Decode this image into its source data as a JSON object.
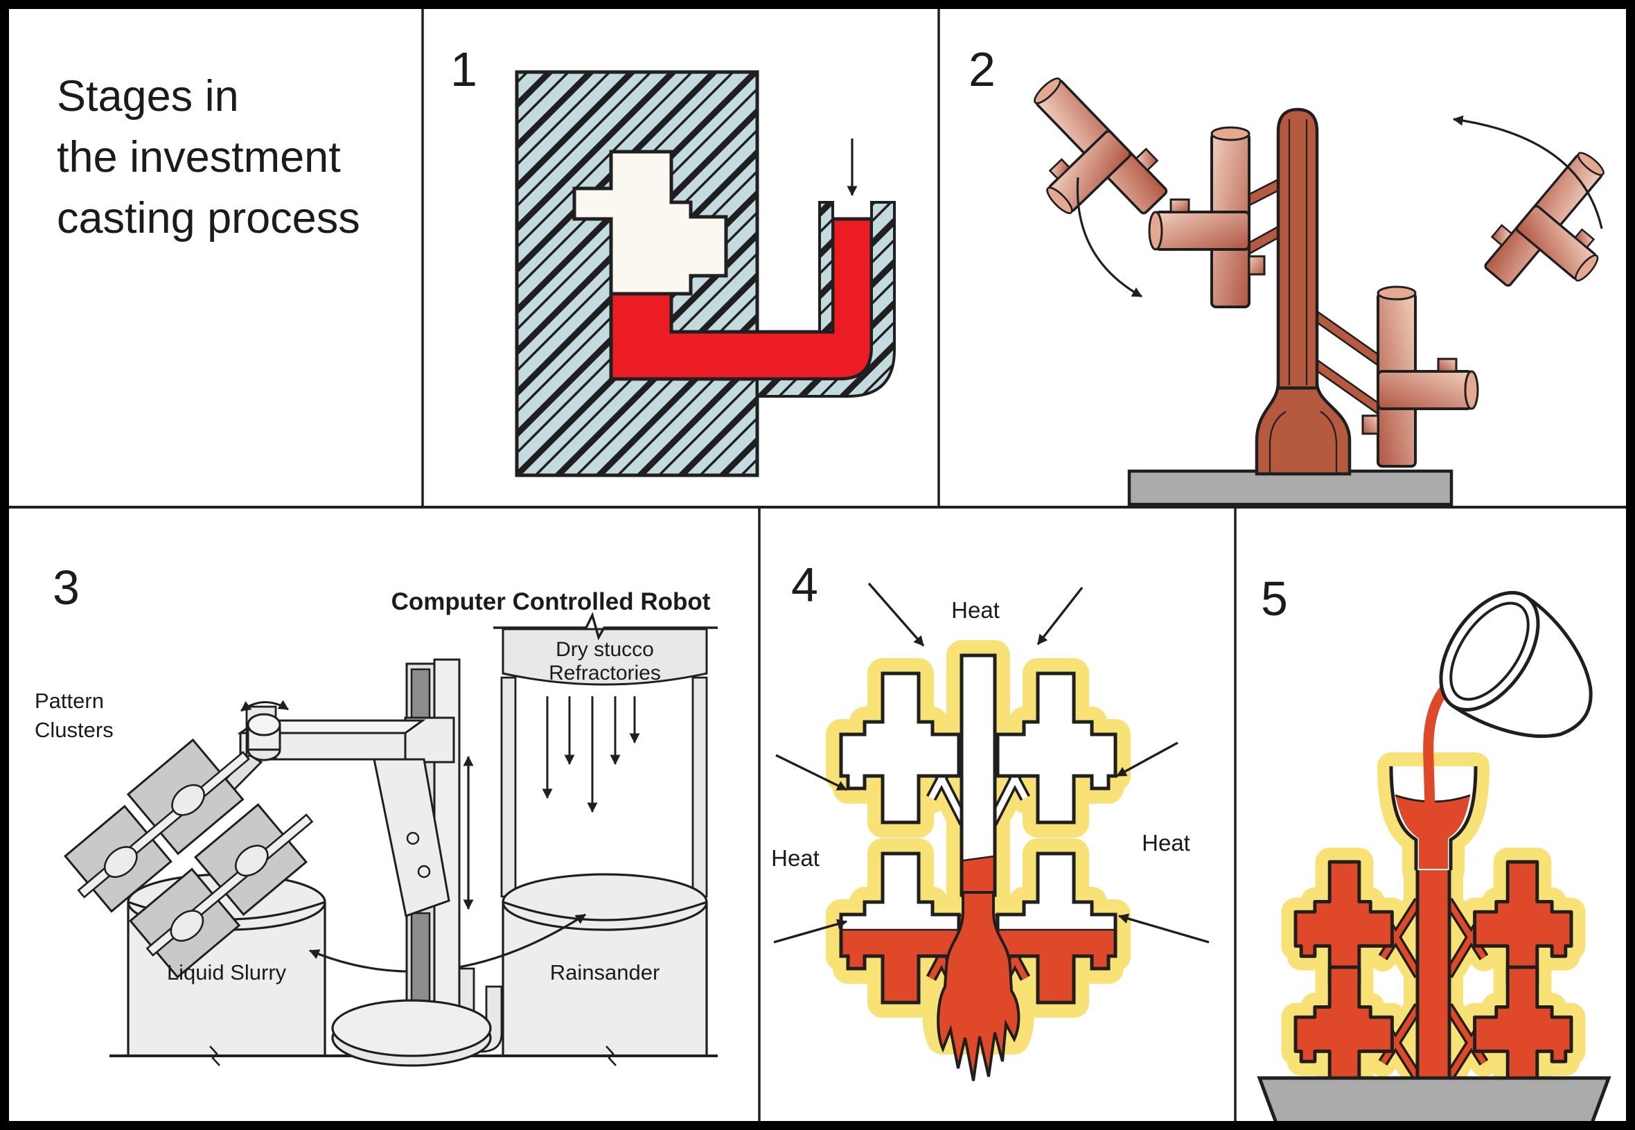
{
  "title": {
    "lines": [
      "Stages in",
      "the investment",
      "casting process"
    ]
  },
  "panels": {
    "p1": {
      "number": "1"
    },
    "p2": {
      "number": "2"
    },
    "p3": {
      "number": "3",
      "robot_label": "Computer Controlled Robot",
      "pattern_clusters": [
        "Pattern",
        "Clusters"
      ],
      "hopper_label": [
        "Dry stucco",
        "Refractories"
      ],
      "left_tank": "Liquid Slurry",
      "right_tank": "Rainsander"
    },
    "p4": {
      "number": "4",
      "heat": {
        "top": "Heat",
        "left": "Heat",
        "right": "Heat"
      }
    },
    "p5": {
      "number": "5"
    }
  },
  "colors": {
    "background": "#FFFFFF",
    "outline": "#1F1F1F",
    "mold_blue": "#C3DBDF",
    "molten_red": "#EC1C24",
    "wax_body": "#B5593F",
    "wax_light": "#F2CFBF",
    "shell_yellow": "#F8E175",
    "molten_orange": "#E0482A",
    "machine_gray": "#E8E8E8",
    "base_gray": "#ABABAB"
  }
}
